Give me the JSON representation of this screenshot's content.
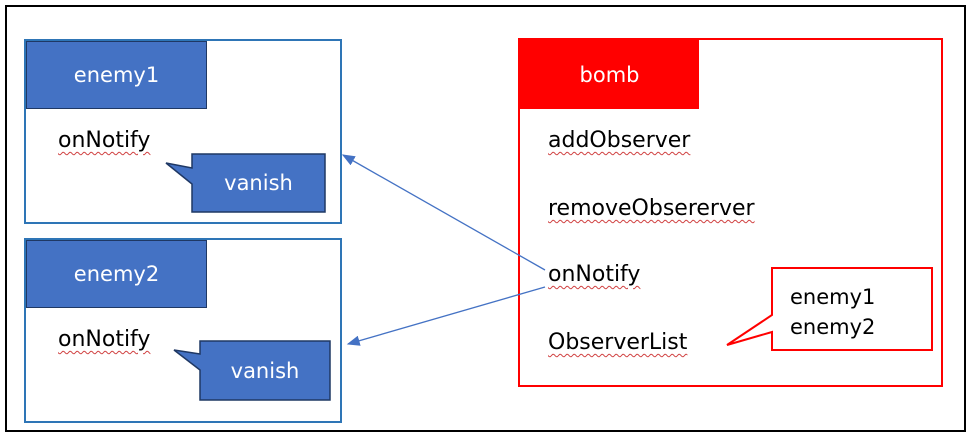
{
  "enemy1": {
    "title": "enemy1",
    "method": "onNotify",
    "callout": "vanish"
  },
  "enemy2": {
    "title": "enemy2",
    "method": "onNotify",
    "callout": "vanish"
  },
  "bomb": {
    "title": "bomb",
    "methods": [
      "addObserver",
      "removeObsererver",
      "onNotify",
      "ObserverList"
    ],
    "observer_list": [
      "enemy1",
      "enemy2"
    ]
  },
  "colors": {
    "blue_border": "#2e75b6",
    "blue_fill": "#4472c4",
    "red": "#ff0000",
    "arrow": "#4472c4"
  }
}
